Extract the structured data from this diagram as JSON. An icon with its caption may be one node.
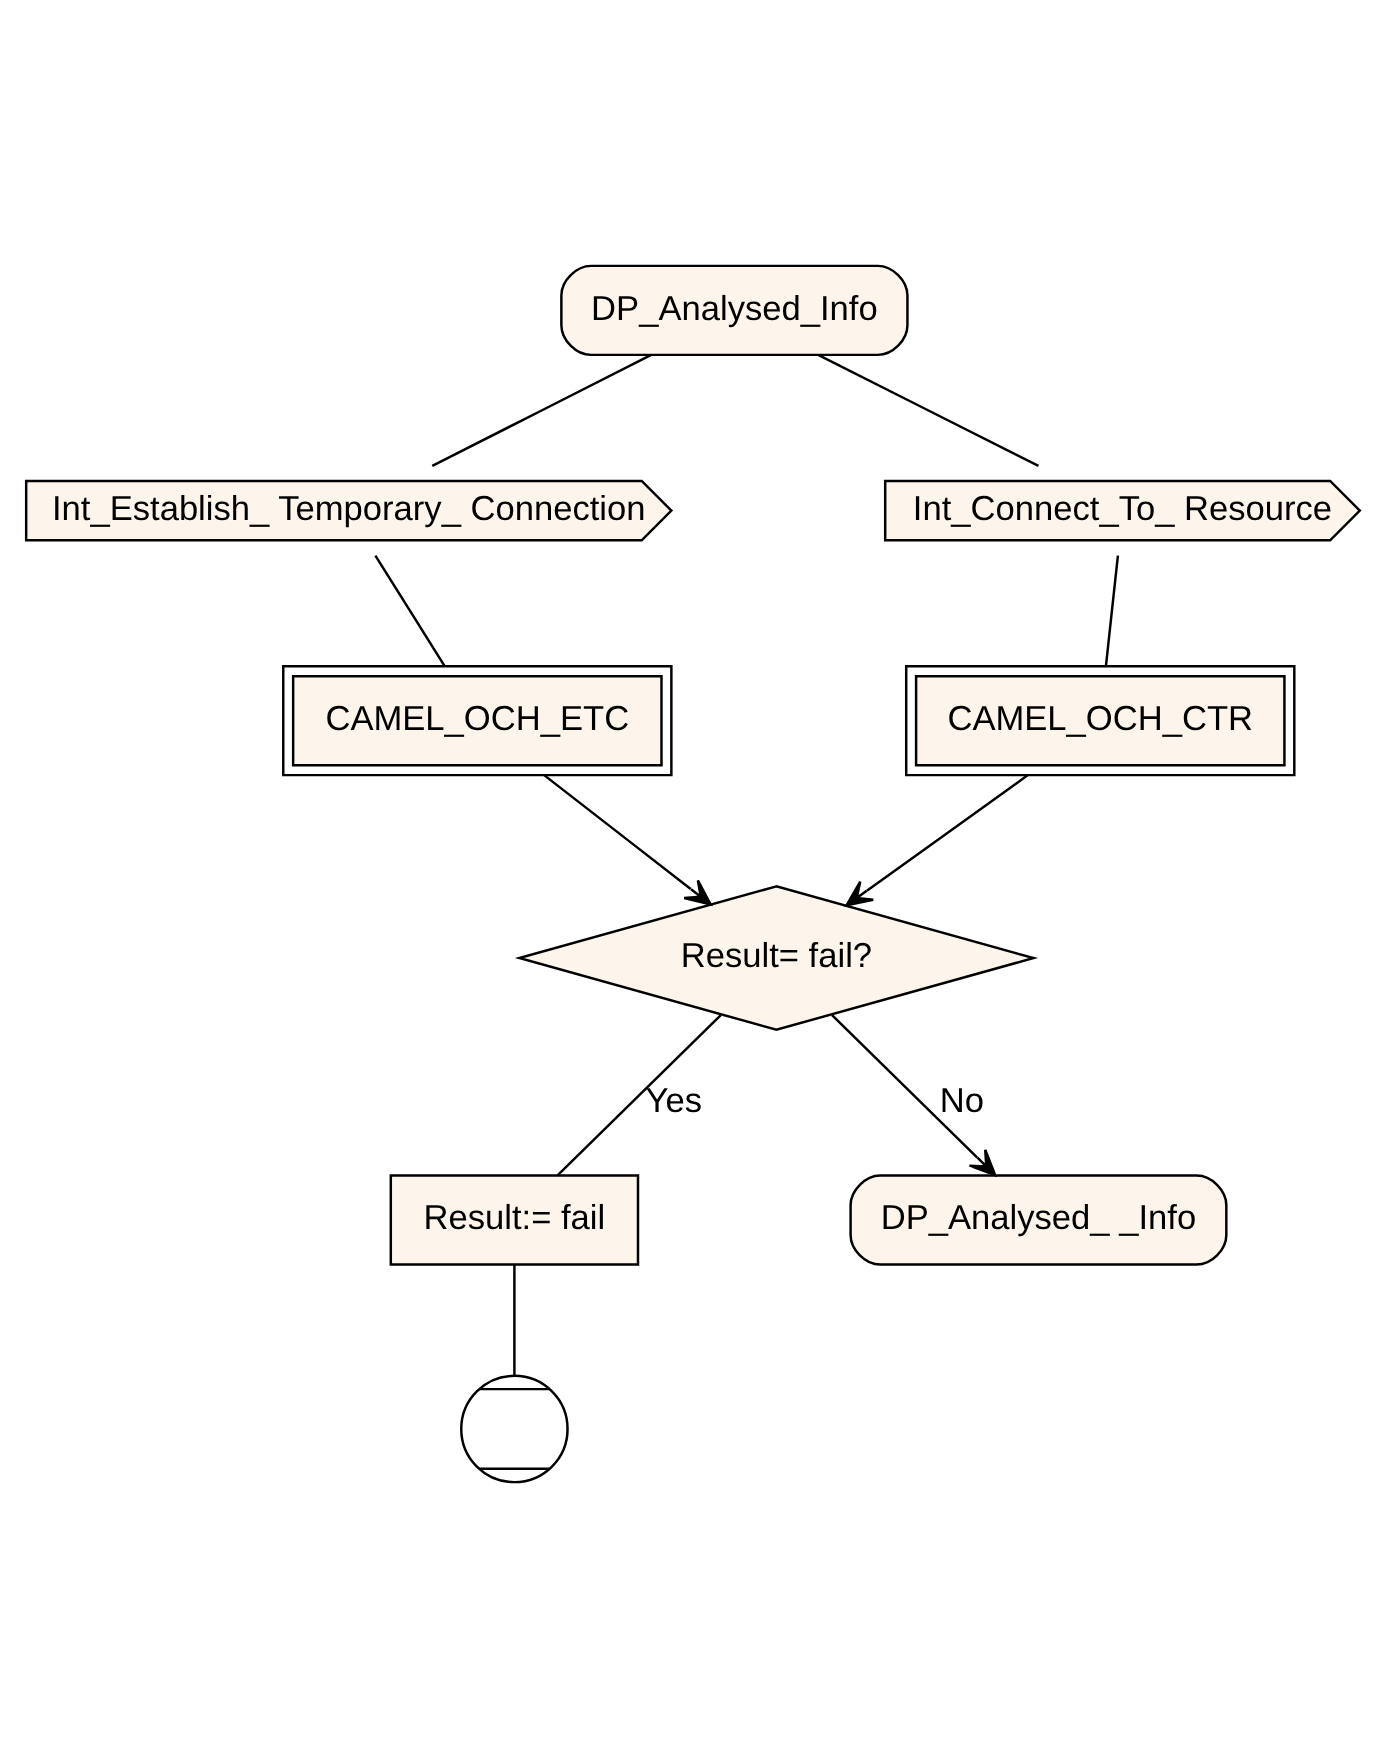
{
  "diagram": {
    "nodes": [
      {
        "text": [
          "DP_Analysed_Info"
        ]
      },
      {
        "text": [
          "Int_Establish_ Temporary_ Connection"
        ]
      },
      {
        "text": [
          "Int_Connect_To_ Resource"
        ]
      },
      {
        "text": [
          "CAMEL_OCH_ETC"
        ]
      },
      {
        "text": [
          "CAMEL_OCH_CTR"
        ]
      },
      {
        "text": [
          "Result= fail?"
        ]
      },
      {
        "text": [
          "Result:= fail"
        ]
      },
      {
        "text": [
          "DP_Analysed_ _Info"
        ]
      },
      {
        "text": [],
        "shape": "circle"
      }
    ],
    "edges": [
      {
        "from": 0,
        "to": 1,
        "arrow": "none"
      },
      {
        "from": 0,
        "to": 2,
        "arrow": "none"
      },
      {
        "from": 1,
        "to": 3,
        "arrow": "none"
      },
      {
        "from": 2,
        "to": 4,
        "arrow": "none"
      },
      {
        "from": 3,
        "to": 5,
        "arrow": "to"
      },
      {
        "from": 4,
        "to": 5,
        "arrow": "to"
      },
      {
        "from": 5,
        "to": 7,
        "label": "No",
        "arrow": "to"
      },
      {
        "from": 5,
        "to": 6,
        "label": "Yes",
        "arrow": "none"
      },
      {
        "from": 6,
        "to": 8,
        "arrow": "none"
      }
    ]
  }
}
